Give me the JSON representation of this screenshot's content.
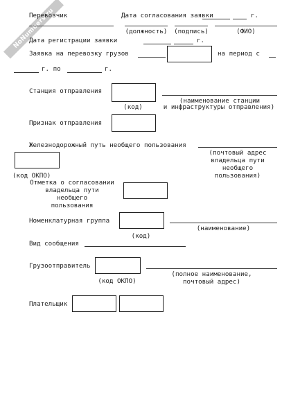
{
  "watermark": "NoNumbers.ru",
  "header": {
    "carrier": "Перевозчик",
    "agreement_date": "Дата согласования заявки",
    "year_suffix": "г.",
    "position_caption": "(должность)",
    "signature_caption": "(подпись)",
    "name_caption": "(ФИО)",
    "registration_date": "Дата регистрации заявки",
    "registration_year": "г."
  },
  "request": {
    "label": "Заявка на перевозку грузов",
    "period_from": "на период с",
    "year_to": "г. по",
    "year_end": "г."
  },
  "departure_station": {
    "label": "Станция отправления",
    "code_caption": "(код)",
    "name_caption_line1": "(наименование станции",
    "name_caption_line2": "и инфраструктуры отправления)"
  },
  "departure_sign": {
    "label": "Признак отправления"
  },
  "railway": {
    "label": "Железнодорожный путь необщего пользования",
    "address_caption": [
      "(почтовый адрес",
      "владельца пути",
      "необщего",
      "пользования)"
    ],
    "okpo_caption": "(код ОКПО)"
  },
  "owner_approval": {
    "label": [
      "Отметка о согласовании",
      "владельца пути",
      "необщего",
      "пользования"
    ]
  },
  "nomenclature": {
    "label": "Номенклатурная группа",
    "code_caption": "(код)",
    "name_caption": "(наименование)"
  },
  "message_type": {
    "label": "Вид сообщения"
  },
  "shipper": {
    "label": "Грузоотправитель",
    "okpo_caption": "(код ОКПО)",
    "name_caption_line1": "(полное наименование,",
    "name_caption_line2": "почтовый адрес)"
  },
  "payer": {
    "label": "Плательщик"
  }
}
